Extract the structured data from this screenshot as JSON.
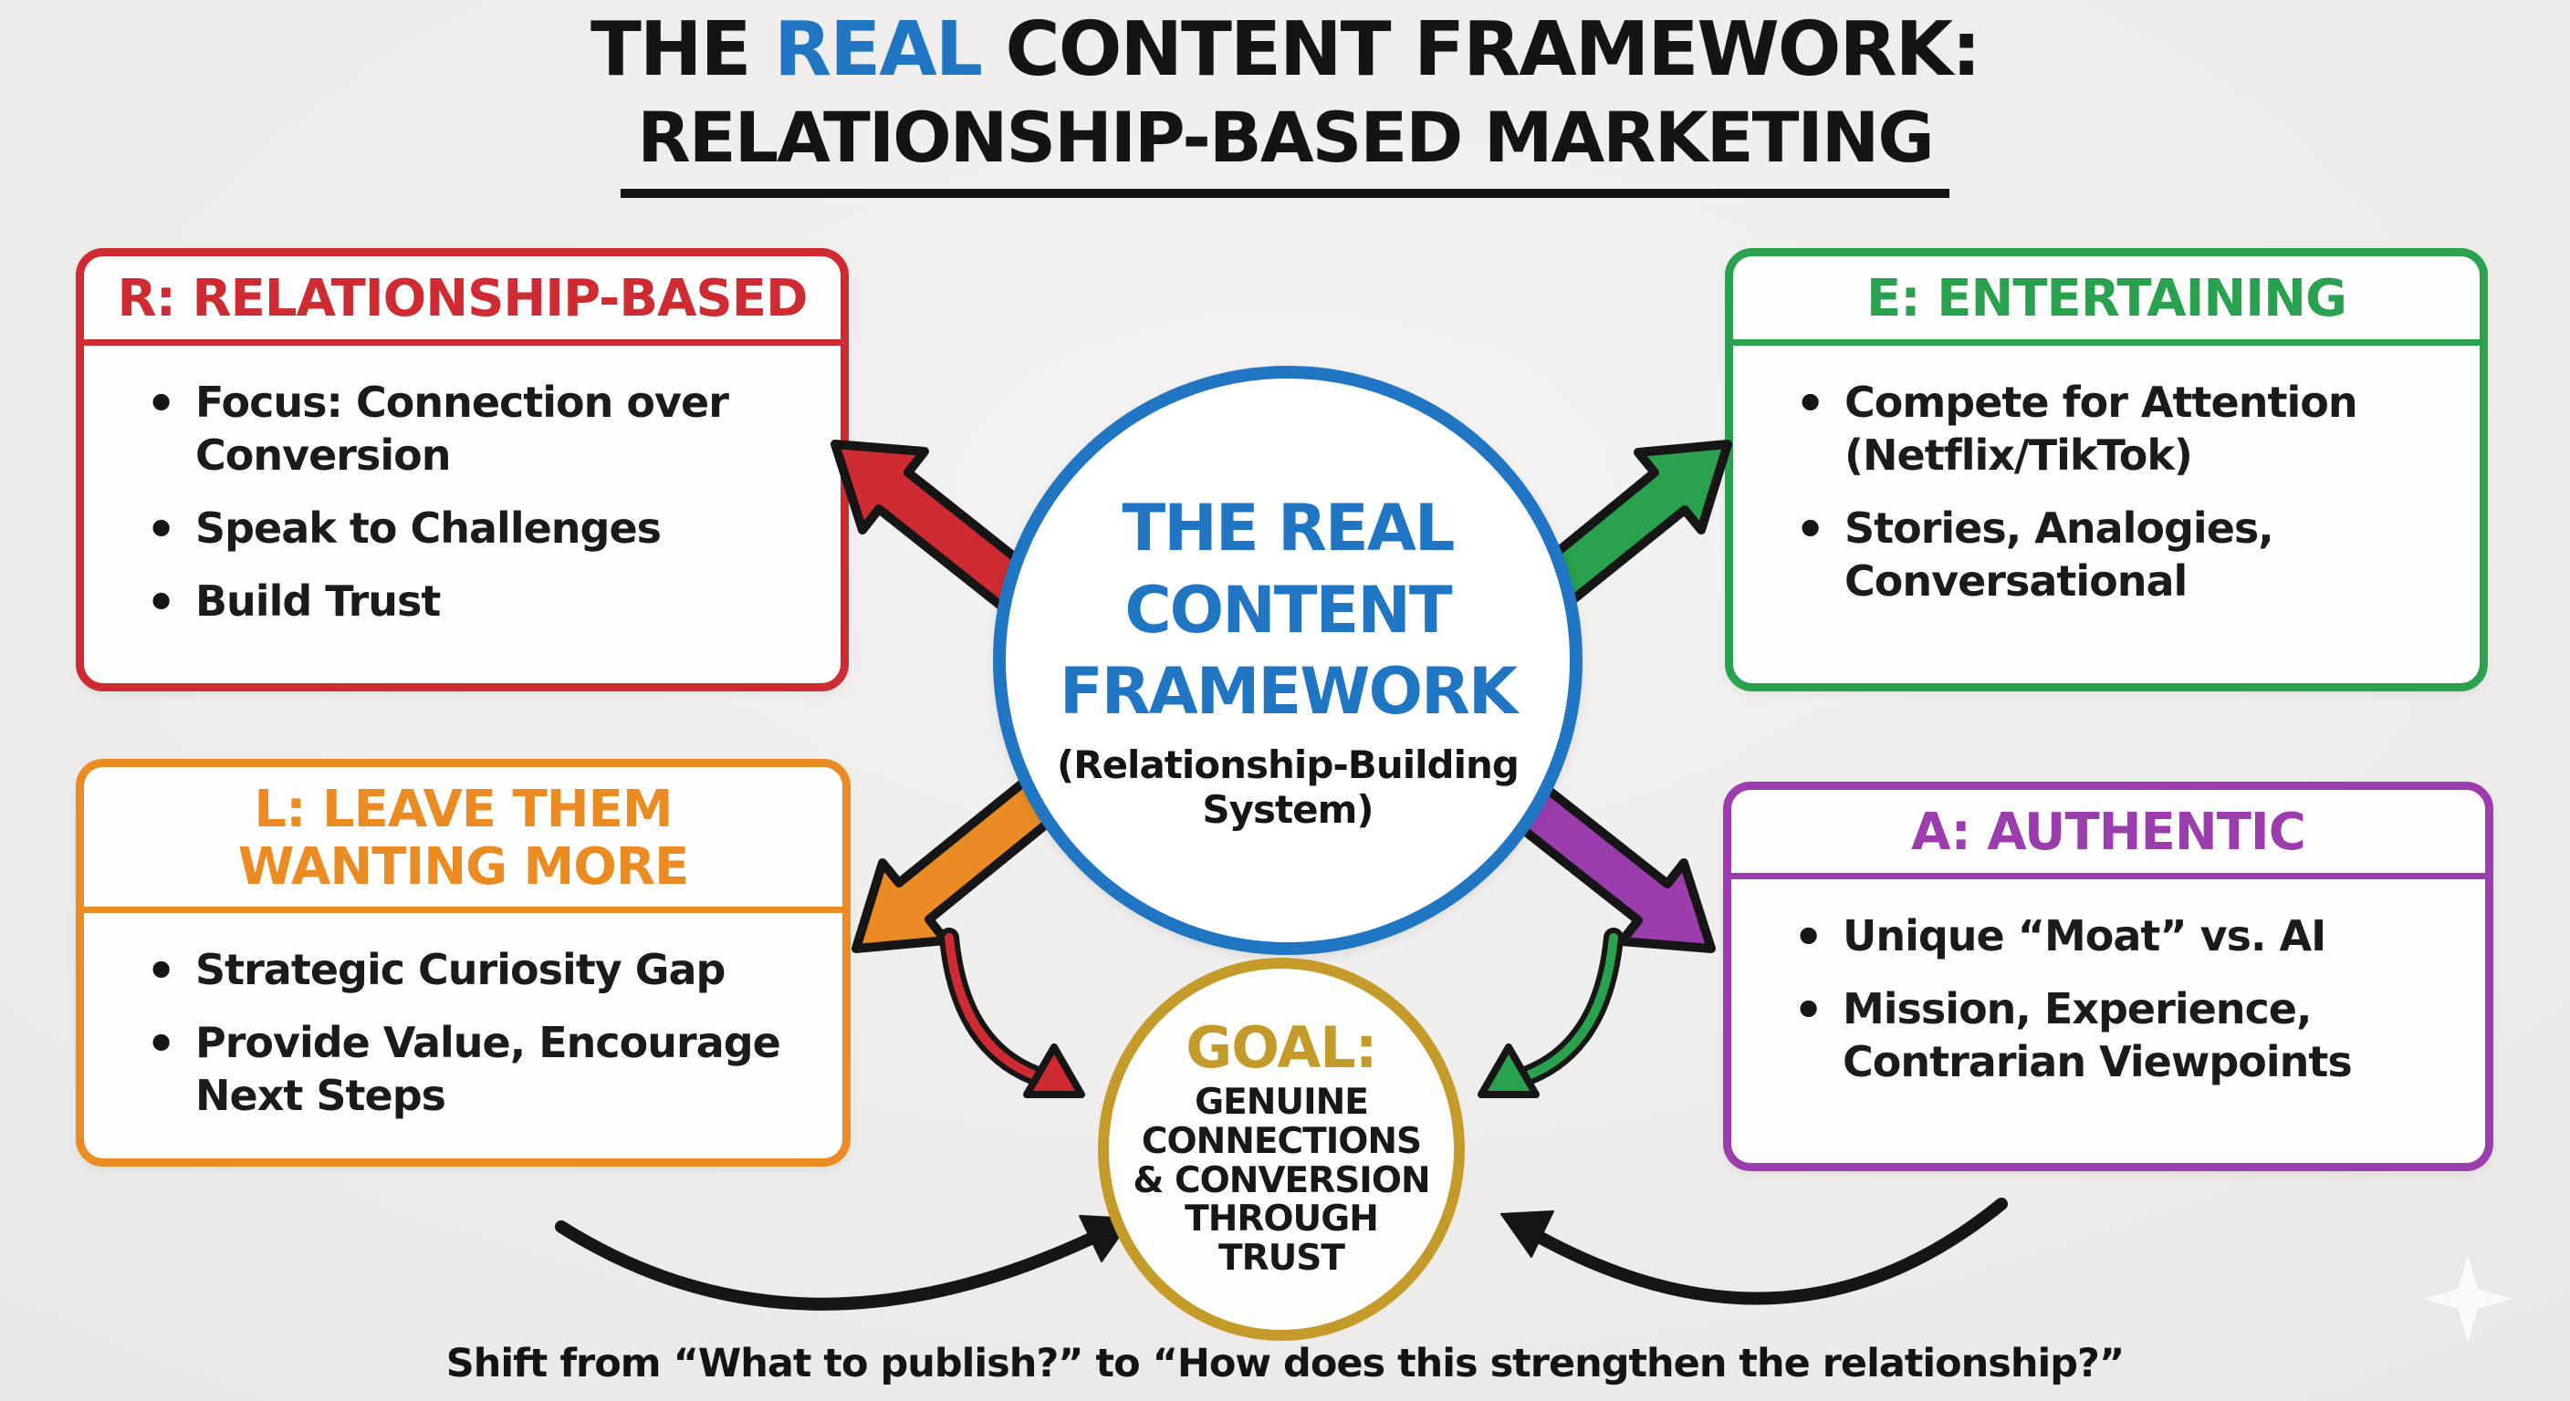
{
  "colors": {
    "red": "#cf2b33",
    "green": "#2aa14e",
    "orange": "#ea8c23",
    "purple": "#9b3dac",
    "blue": "#2176c3",
    "gold": "#c49b2b",
    "ink": "#141414"
  },
  "title": {
    "line1_prefix": "THE ",
    "line1_highlight": "REAL",
    "line1_suffix": " CONTENT FRAMEWORK:",
    "line2": "RELATIONSHIP-BASED MARKETING"
  },
  "center_circle": {
    "line1": "THE REAL",
    "line2": "CONTENT",
    "line3": "FRAMEWORK",
    "subtitle1": "(Relationship-Building",
    "subtitle2": "System)"
  },
  "boxes": {
    "relationship": {
      "header_lines": [
        "R: RELATIONSHIP-BASED"
      ],
      "bullets": [
        "Focus: Connection over Conversion",
        "Speak to Challenges",
        "Build Trust"
      ]
    },
    "entertaining": {
      "header_lines": [
        "E: ENTERTAINING"
      ],
      "bullets": [
        "Compete for Attention (Netflix/TikTok)",
        "Stories, Analogies, Conversational"
      ]
    },
    "leave": {
      "header_lines": [
        "L: LEAVE THEM",
        "WANTING MORE"
      ],
      "bullets": [
        "Strategic Curiosity Gap",
        "Provide Value, Encourage Next Steps"
      ]
    },
    "authentic": {
      "header_lines": [
        "A: AUTHENTIC"
      ],
      "bullets": [
        "Unique “Moat” vs. AI",
        "Mission, Experience, Contrarian Viewpoints"
      ]
    }
  },
  "goal_circle": {
    "label": "GOAL:",
    "lines": [
      "GENUINE",
      "CONNECTIONS",
      "& CONVERSION",
      "THROUGH",
      "TRUST"
    ]
  },
  "caption": "Shift from “What to publish?” to “How does this strengthen the relationship?”",
  "icons": {
    "sparkle": "four-point-star"
  }
}
